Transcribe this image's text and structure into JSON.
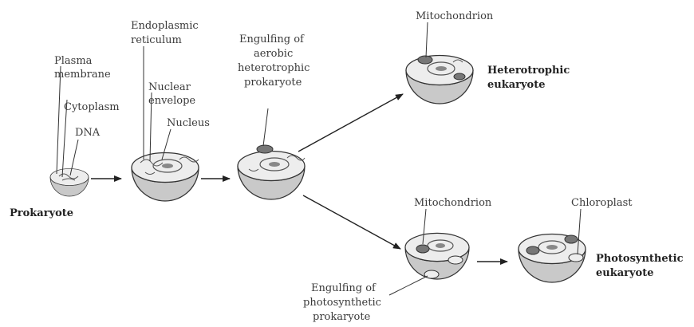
{
  "labels": {
    "plasma_membrane_1": "Plasma",
    "plasma_membrane_2": "membrane",
    "cytoplasm": "Cytoplasm",
    "dna": "DNA",
    "prokaryote": "Prokaryote",
    "er_1": "Endoplasmic",
    "er_2": "reticulum",
    "nuclear_envelope_1": "Nuclear",
    "nuclear_envelope_2": "envelope",
    "nucleus": "Nucleus",
    "engulf_aerobic_1": "Engulfing of",
    "engulf_aerobic_2": "aerobic",
    "engulf_aerobic_3": "heterotrophic",
    "engulf_aerobic_4": "prokaryote",
    "mito_top": "Mitochondrion",
    "hetero_1": "Heterotrophic",
    "hetero_2": "eukaryote",
    "mito_bottom": "Mitochondrion",
    "chloroplast": "Chloroplast",
    "photo_1": "Photosynthetic",
    "photo_2": "eukaryote",
    "engulf_photo_1": "Engulfing of",
    "engulf_photo_2": "photosynthetic",
    "engulf_photo_3": "prokaryote"
  },
  "colors": {
    "cell_fill": "#c9c9c9",
    "cell_top": "#ededed",
    "outline": "#333333",
    "organelle": "#6e6e6e"
  }
}
